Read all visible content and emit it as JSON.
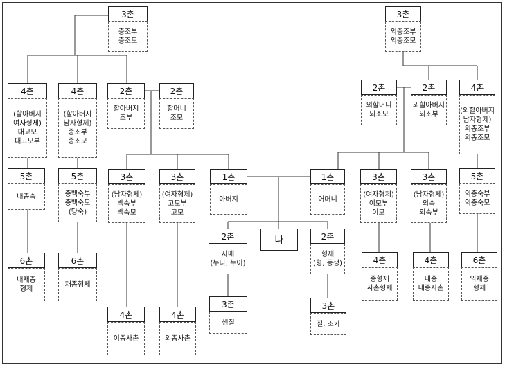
{
  "nodes": [
    {
      "id": "pat-great-grand",
      "degree": "3촌",
      "lines": [
        "증조부",
        "증조모"
      ]
    },
    {
      "id": "mat-great-grand",
      "degree": "3촌",
      "lines": [
        "외증조부",
        "외증조모"
      ]
    },
    {
      "id": "grandfather-sisters",
      "degree": "4촌",
      "lines": [
        "(할아버지",
        "여자형제)",
        "대고모",
        "대고모부"
      ]
    },
    {
      "id": "grandfather-brothers",
      "degree": "4촌",
      "lines": [
        "(할아버지",
        "남자형제)",
        "종조부",
        "종조모"
      ]
    },
    {
      "id": "grandfather",
      "degree": "2촌",
      "lines": [
        "할아버지",
        "조부"
      ]
    },
    {
      "id": "grandmother",
      "degree": "2촌",
      "lines": [
        "할머니",
        "조모"
      ]
    },
    {
      "id": "mat-grandmother",
      "degree": "2촌",
      "lines": [
        "외할머니",
        "외조모"
      ]
    },
    {
      "id": "mat-grandfather",
      "degree": "2촌",
      "lines": [
        "외할아버지",
        "외조부"
      ]
    },
    {
      "id": "mat-grandfather-brothers",
      "degree": "4촌",
      "lines": [
        "(외할아버지",
        "남자형제)",
        "외종조부",
        "외종조모"
      ]
    },
    {
      "id": "naejongsuk",
      "degree": "5촌",
      "lines": [
        "내종숙"
      ]
    },
    {
      "id": "jongdangsuk",
      "degree": "5촌",
      "lines": [
        "종백숙부",
        "종백숙모",
        "(당숙)"
      ]
    },
    {
      "id": "father-brothers",
      "degree": "3촌",
      "lines": [
        "(남자형제)",
        "백숙부",
        "백숙모"
      ]
    },
    {
      "id": "father-sisters",
      "degree": "3촌",
      "lines": [
        "(여자형제)",
        "고모부",
        "고모"
      ]
    },
    {
      "id": "father",
      "degree": "1촌",
      "lines": [
        "아버지"
      ]
    },
    {
      "id": "mother",
      "degree": "1촌",
      "lines": [
        "어머니"
      ]
    },
    {
      "id": "mother-sisters",
      "degree": "3촌",
      "lines": [
        "(여자형제)",
        "이모부",
        "이모"
      ]
    },
    {
      "id": "mother-brothers",
      "degree": "3촌",
      "lines": [
        "(남자형제)",
        "외숙",
        "외숙부"
      ]
    },
    {
      "id": "oejongsuk",
      "degree": "5촌",
      "lines": [
        "외종숙부",
        "외종숙모"
      ]
    },
    {
      "id": "sisters",
      "degree": "2촌",
      "lines": [
        "자매",
        "(누나, 누이)"
      ]
    },
    {
      "id": "brothers",
      "degree": "2촌",
      "lines": [
        "형제",
        "(형, 동생)"
      ]
    },
    {
      "id": "naejaejong",
      "degree": "6촌",
      "lines": [
        "내재종",
        "형제"
      ]
    },
    {
      "id": "jaejong",
      "degree": "6촌",
      "lines": [
        "재종형제"
      ]
    },
    {
      "id": "ijong-cousin",
      "degree": "4촌",
      "lines": [
        "종형제",
        "사촌형제"
      ]
    },
    {
      "id": "naejong-cousin",
      "degree": "4촌",
      "lines": [
        "내종",
        "내종사촌"
      ]
    },
    {
      "id": "oejaejong",
      "degree": "6촌",
      "lines": [
        "외재종",
        "형제"
      ]
    },
    {
      "id": "nephew-sister",
      "degree": "3촌",
      "lines": [
        "생질"
      ]
    },
    {
      "id": "nephew-brother",
      "degree": "3촌",
      "lines": [
        "질, 조카"
      ]
    },
    {
      "id": "ijongsachon",
      "degree": "4촌",
      "lines": [
        "이종사촌"
      ]
    },
    {
      "id": "oejongsachon",
      "degree": "4촌",
      "lines": [
        "외종사촌"
      ]
    }
  ],
  "self": {
    "label": "나"
  }
}
